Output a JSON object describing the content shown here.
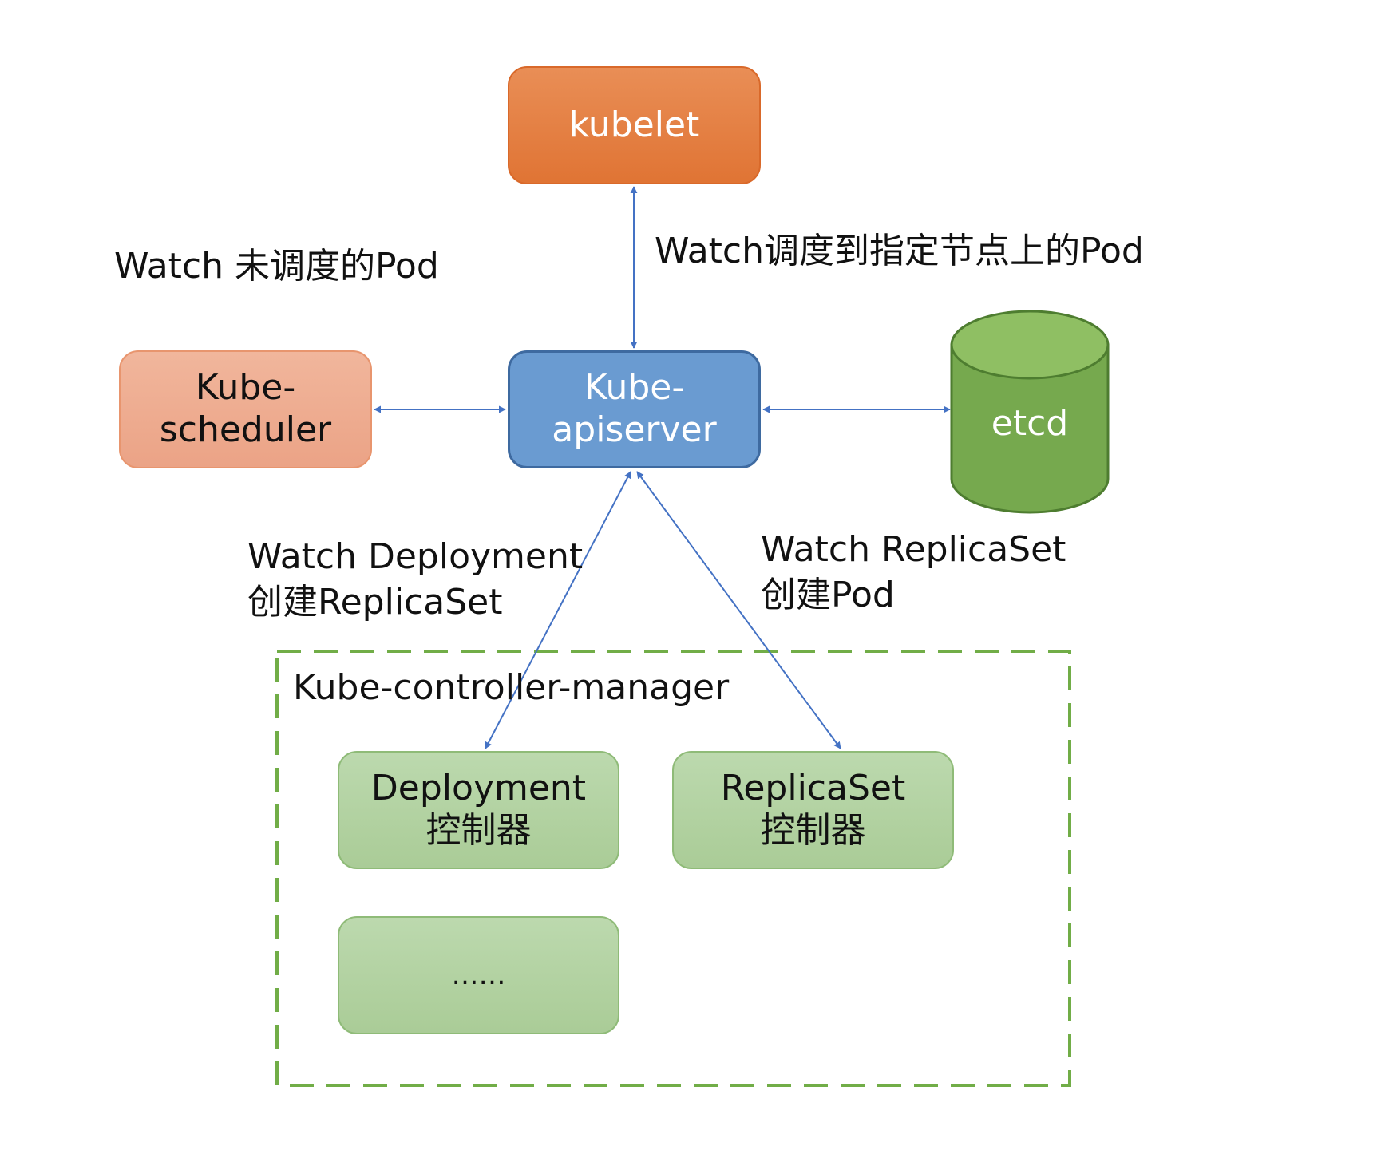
{
  "nodes": {
    "kubelet": "kubelet",
    "scheduler": [
      "Kube-",
      "scheduler"
    ],
    "apiserver": [
      "Kube-",
      "apiserver"
    ],
    "etcd": "etcd",
    "controller_manager": "Kube-controller-manager",
    "deployment_controller": [
      "Deployment",
      "控制器"
    ],
    "replicaset_controller": [
      "ReplicaSet",
      "控制器"
    ],
    "more_controllers": "……"
  },
  "edges": {
    "scheduler_label": "Watch 未调度的Pod",
    "kubelet_label": "Watch调度到指定节点上的Pod",
    "deployment_label": [
      "Watch Deployment",
      "创建ReplicaSet"
    ],
    "replicaset_label": [
      "Watch ReplicaSet",
      "创建Pod"
    ]
  },
  "colors": {
    "kubelet": "#e07b3c",
    "scheduler": "#eea98b",
    "apiserver": "#6a9bd1",
    "etcd": "#76a94e",
    "controller": "#b3d3a3",
    "controller_manager_border": "#71ad47",
    "arrow": "#4472c4"
  }
}
